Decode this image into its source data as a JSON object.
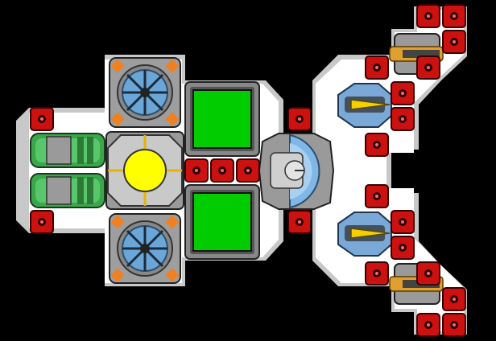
{
  "scene": {
    "type": "spaceship-blueprint",
    "background_color": "#000000",
    "hull_color": "#c8c8c8",
    "deck_color": "#ffffff"
  },
  "modules": {
    "engine_pods": [
      {
        "id": "engine-left-top",
        "kind": "engine",
        "color": "#3aa84a"
      },
      {
        "id": "engine-left-bottom",
        "kind": "engine",
        "color": "#3aa84a"
      }
    ],
    "reactor": {
      "kind": "reactor-core",
      "core_color": "#ffff00"
    },
    "oxygen_rooms": [
      {
        "id": "cooling-fan-top",
        "kind": "fan-room"
      },
      {
        "id": "cooling-fan-bottom",
        "kind": "fan-room"
      }
    ],
    "cargo_bays": [
      {
        "id": "cargo-top",
        "kind": "storage",
        "color": "#00cc00"
      },
      {
        "id": "cargo-bottom",
        "kind": "storage",
        "color": "#00cc00"
      }
    ],
    "bridge": {
      "kind": "cockpit-dome",
      "color": "#7fb7e6"
    },
    "weapons": [
      {
        "id": "laser-top",
        "kind": "laser-cannon",
        "color": "#f5d000"
      },
      {
        "id": "laser-bottom",
        "kind": "laser-cannon",
        "color": "#f5d000"
      },
      {
        "id": "missile-top",
        "kind": "missile-launcher",
        "color": "#e0a030"
      },
      {
        "id": "missile-bottom",
        "kind": "missile-launcher",
        "color": "#e0a030"
      }
    ]
  },
  "armor_blocks": {
    "count": 24,
    "color": "#cc1111",
    "icon": "armor-plate-icon"
  }
}
